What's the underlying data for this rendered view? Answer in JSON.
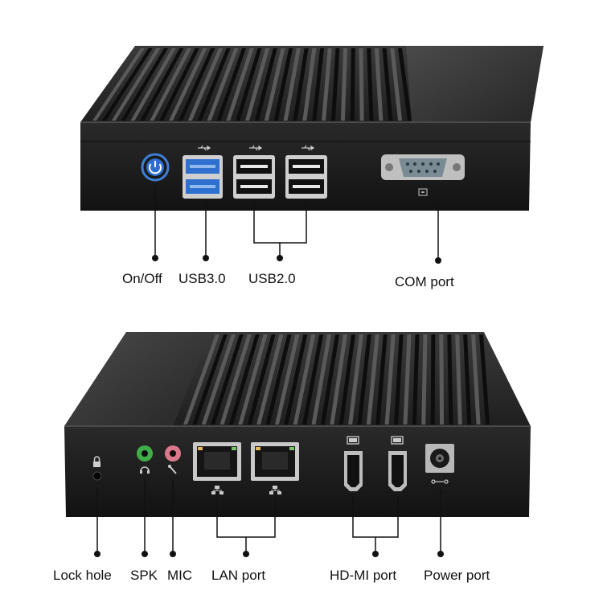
{
  "colors": {
    "background": "#ffffff",
    "case_top": "#2b2b2b",
    "case_front": "#1c1c1c",
    "fin_dark": "#0d0d0d",
    "fin_light": "#5a5a5a",
    "usb3_blue": "#3a7fd6",
    "power_ring": "#2f6fcf",
    "spk_green": "#3fae49",
    "mic_pink": "#d9798a",
    "callout_line": "#111111"
  },
  "top_unit": {
    "labels": {
      "on_off": "On/Off",
      "usb3": "USB3.0",
      "usb2": "USB2.0",
      "com": "COM port"
    },
    "icons": [
      "power-button-icon",
      "usb-icon",
      "usb-icon",
      "usb-icon",
      "serial-port-icon"
    ]
  },
  "bottom_unit": {
    "labels": {
      "lock": "Lock hole",
      "spk": "SPK",
      "mic": "MIC",
      "lan": "LAN port",
      "hdmi": "HD-MI port",
      "power": "Power port"
    },
    "icons": [
      "lock-icon",
      "headphone-icon",
      "microphone-icon",
      "network-icon",
      "network-icon",
      "display-icon",
      "display-icon",
      "dc-power-icon"
    ]
  }
}
